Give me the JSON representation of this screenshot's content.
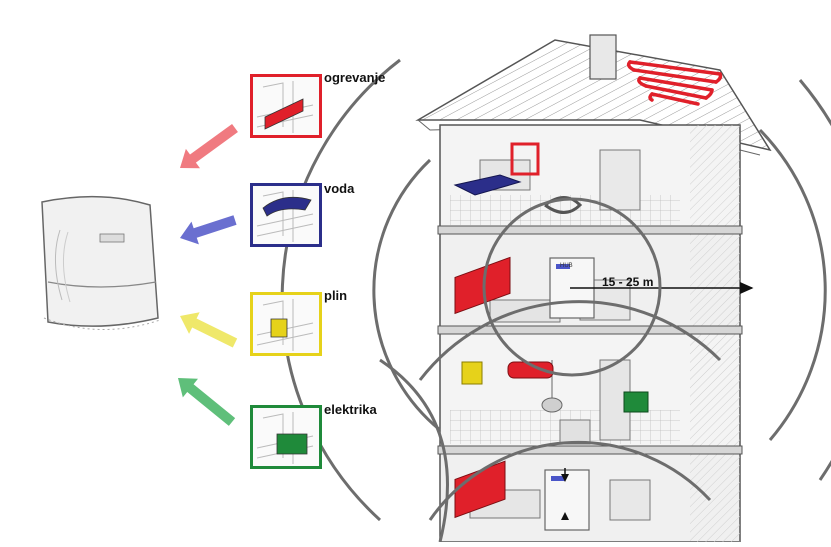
{
  "legend": [
    {
      "key": "ogrevanje",
      "label": "ogrevanje",
      "color": "#e0202a",
      "arrow": "#f07a80"
    },
    {
      "key": "voda",
      "label": "voda",
      "color": "#2b2e8a",
      "arrow": "#6a6fd0"
    },
    {
      "key": "plin",
      "label": "plin",
      "color": "#e6d21a",
      "arrow": "#efe86a"
    },
    {
      "key": "elektrika",
      "label": "elektrika",
      "color": "#1f8a3a",
      "arrow": "#5fbf7a"
    }
  ],
  "range": {
    "label": "15 - 25 m"
  },
  "device": {
    "label": "HUB"
  },
  "icons": {
    "radiator": "radiator-icon",
    "bathtub": "bathtub-icon",
    "gas_meter": "gas-meter-icon",
    "electric_meter": "electric-meter-icon"
  }
}
